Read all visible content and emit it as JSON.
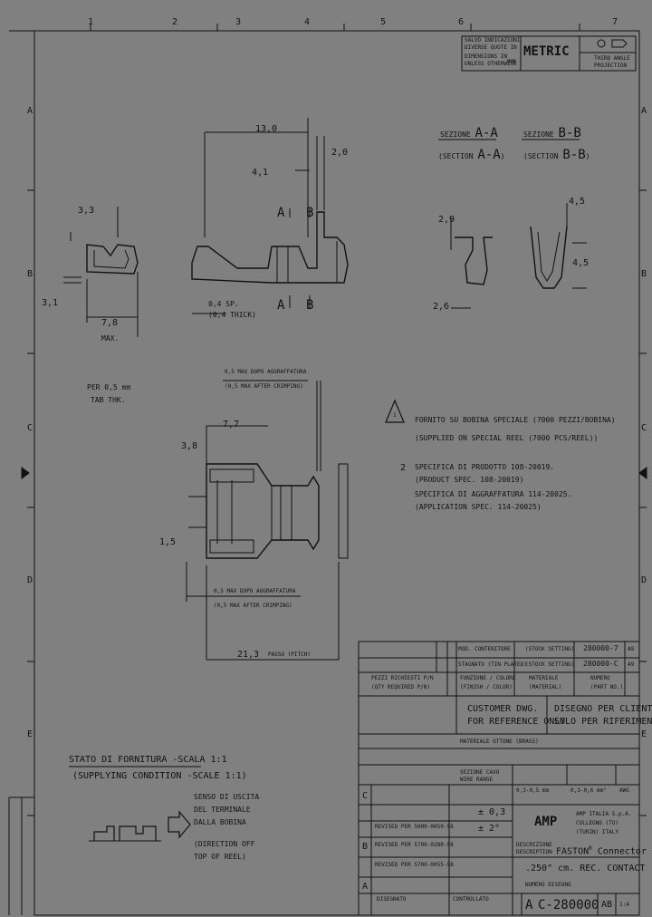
{
  "border": {
    "col_numbers": [
      "1",
      "2",
      "3",
      "4",
      "5",
      "6",
      "7"
    ],
    "row_letters_left": [
      "A",
      "B",
      "C",
      "D",
      "E"
    ],
    "row_letters_right": [
      "A",
      "B",
      "C",
      "D",
      "E"
    ]
  },
  "title_top": {
    "notes_line1": "SALVO INDICAZIONI",
    "notes_line2": "DIVERSE QUOTE IN",
    "notes_line3": "DIMENSIONS IN",
    "notes_line4": "UNLESS OTHERWISE",
    "unit": "mm",
    "system": "METRIC",
    "proj_line1": "THIRD ANGLE",
    "proj_line2": "PROJECTION"
  },
  "sections": {
    "aa_it_prefix": "SEZIONE",
    "aa_letter": "A-A",
    "aa_en_prefix": "SECTION",
    "aa_letter_en": "A-A",
    "bb_it_prefix": "SEZIONE",
    "bb_letter": "B-B",
    "bb_en_prefix": "SECTION",
    "bb_letter_en": "B-B"
  },
  "dims": {
    "d13": "13,0",
    "d20": "2,0",
    "d41": "4,1",
    "d33": "3,3",
    "d31": "3,1",
    "d78": "7,8",
    "max": "MAX.",
    "d04sp": "0,4 SP.",
    "d04tk": "(0,4 THICK)",
    "d29": "2,9",
    "d45a": "4,5",
    "d45b": "4,5",
    "d26": "2,6",
    "tab_line1": "PER 0,5 mm",
    "tab_line2": "TAB THK.",
    "crimp_it_top": "0,5 MAX DOPO AGGRAFFATURA",
    "crimp_en_top": "(0,5 MAX AFTER CRIMPING)",
    "d77": "7,7",
    "d38": "3,8",
    "d15": "1,5",
    "crimp_it_bot": "0,5 MAX DOPO AGGRAFFATURA",
    "crimp_en_bot": "(0,5 MAX AFTER CRIMPING)",
    "d213": "21,3",
    "passo": "PASSO (PITCH)",
    "label_a": "A",
    "label_b": "B"
  },
  "notes": {
    "n1_mark": "1",
    "n1_it": "FORNITO SU BOBINA SPECIALE (7000 PEZZI/BOBINA)",
    "n1_en": "(SUPPLIED ON SPECIAL REEL (7000 PCS/REEL))",
    "n2_mark": "2",
    "n2_l1": "SPECIFICA DI PRODOTTO 108-20019.",
    "n2_l2": "(PRODUCT SPEC. 108-20019)",
    "n2_l3": "SPECIFICA DI AGGRAFFATURA 114-20025.",
    "n2_l4": "(APPLICATION SPEC. 114-20025)"
  },
  "supply": {
    "title": "STATO DI FORNITURA -SCALA 1:1",
    "subtitle": "(SUPPLYING CONDITION -SCALE 1:1)",
    "dir_it1": "SENSO DI USCITA",
    "dir_it2": "DEL TERMINALE",
    "dir_it3": "DALLA BOBINA",
    "dir_en1": "(DIRECTION OFF",
    "dir_en2": "TOP OF REEL)"
  },
  "title_block": {
    "r1_desc": "MOD. CONTENITORE",
    "r1_sel": "(STOCK SETTING)",
    "r1_num": "280000-7",
    "r1_rev": "A9",
    "r2_desc": "STAGNATO (TIN PLATED)",
    "r2_sel": "(STOCK SETTING)",
    "r2_num": "280000-C",
    "r2_rev": "A9",
    "h_pezzi": "PEZZI RICHIESTI P/N",
    "h_pezzi_en": "(QTY REQUIRED P/N)",
    "h_funz": "FUNZIONE / COLORE",
    "h_funz_en": "(FINISH / COLOR)",
    "h_mat": "MATERIALE",
    "h_mat_en": "(MATERIAL)",
    "h_num": "NUMERO",
    "h_num_en": "(PART NO.)",
    "cust_en1": "CUSTOMER DWG.",
    "cust_en2": "FOR REFERENCE ONLY",
    "cust_it1": "DISEGNO PER CLIENTE",
    "cust_it2": "SOLO PER RIFERIMENTO",
    "mat_line": "MATERIALE  OTTONE  (BRASS)",
    "rev_c": "C",
    "rev_b": "B",
    "rev_a": "A",
    "wire_label1": "SEZIONE CAVO",
    "wire_label2": "WIRE RANGE",
    "wire_val1": "0,3-0,5 mm",
    "wire_val2": "0,3-0,6 mm²",
    "wire_val3": "AWG",
    "tol1": "± 0,3",
    "tol2": "± 2°",
    "company": "AMP",
    "company_line1": "AMP ITALIA S.p.A.",
    "company_line2": "COLLEGNO (TO)",
    "company_line3": "(TURIN) ITALY",
    "rev_d1": "REVISED PER 5000-0059-98",
    "rev_d2": "REVISED PER 5700-0280-98",
    "rev_d3": "REVISED PER 5700-0055-98",
    "desc_label": "DESCRIZIONE",
    "desc_label_en": "DESCRIPTION",
    "desc1": "FASTON",
    "desc_sup": "R",
    "desc1b": "Connector",
    "desc2": ".250\" cm. REC. CONTACT",
    "dwg_label": "NUMERO DISEGNO",
    "size": "A",
    "dwg_no": "C-280000",
    "rev": "AB",
    "sheet": "1:4",
    "drawn_by": "DISEGNATO",
    "checked_by": "CONTROLLATO"
  }
}
